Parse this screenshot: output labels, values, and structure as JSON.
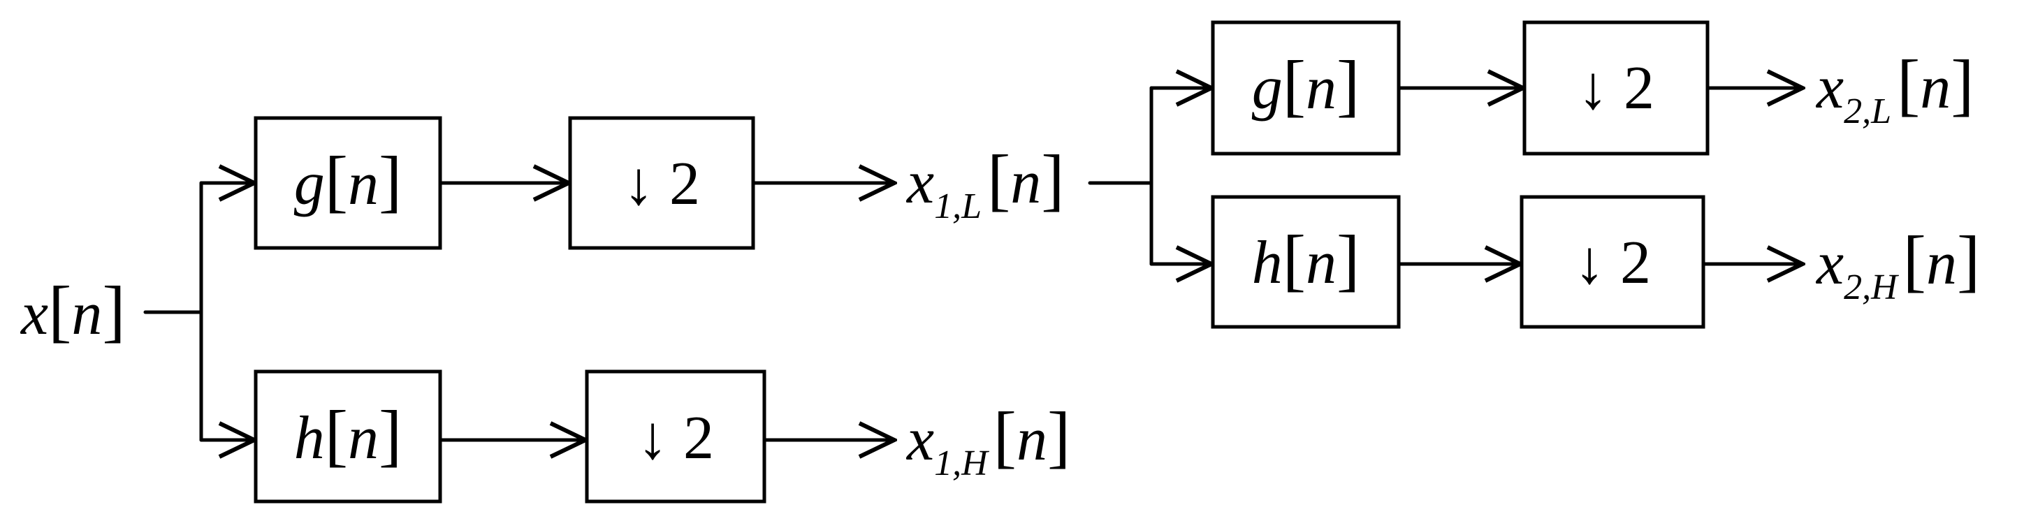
{
  "signals": {
    "input": {
      "var": "x",
      "lb": "[",
      "idx": "n",
      "rb": "]"
    },
    "x1L": {
      "var": "x",
      "sub": "1,L",
      "lb": "[",
      "idx": "n",
      "rb": "]"
    },
    "x1H": {
      "var": "x",
      "sub": "1,H",
      "lb": "[",
      "idx": "n",
      "rb": "]"
    },
    "x2L": {
      "var": "x",
      "sub": "2,L",
      "lb": "[",
      "idx": "n",
      "rb": "]"
    },
    "x2H": {
      "var": "x",
      "sub": "2,H",
      "lb": "[",
      "idx": "n",
      "rb": "]"
    }
  },
  "filters": {
    "g1": {
      "fn": "g",
      "lb": "[",
      "idx": "n",
      "rb": "]"
    },
    "h1": {
      "fn": "h",
      "lb": "[",
      "idx": "n",
      "rb": "]"
    },
    "g2": {
      "fn": "g",
      "lb": "[",
      "idx": "n",
      "rb": "]"
    },
    "h2": {
      "fn": "h",
      "lb": "[",
      "idx": "n",
      "rb": "]"
    }
  },
  "downsamplers": {
    "d1L": "↓ 2",
    "d1H": "↓ 2",
    "d2L": "↓ 2",
    "d2H": "↓ 2"
  }
}
